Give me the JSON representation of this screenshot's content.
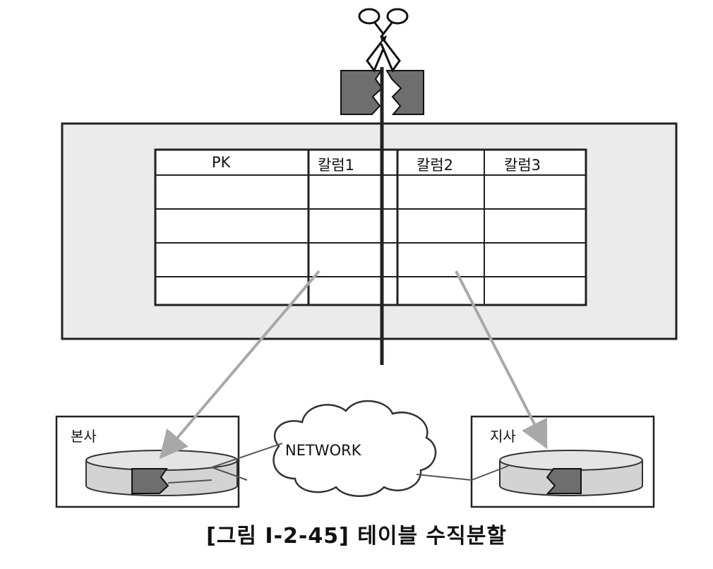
{
  "table": {
    "columns": [
      "PK",
      "칼럼1",
      "칼럼2",
      "칼럼3"
    ],
    "row_count": 4
  },
  "sites": {
    "hq_label": "본사",
    "branch_label": "지사"
  },
  "network_label": "NETWORK",
  "caption": "[그림 Ⅰ-2-45] 테이블 수직분할",
  "colors": {
    "frame_fill": "#ebebeb",
    "piece_fill": "#6e6e6e",
    "cylinder_fill": "#d3d3d3",
    "arrow": "#a0a0a0"
  }
}
